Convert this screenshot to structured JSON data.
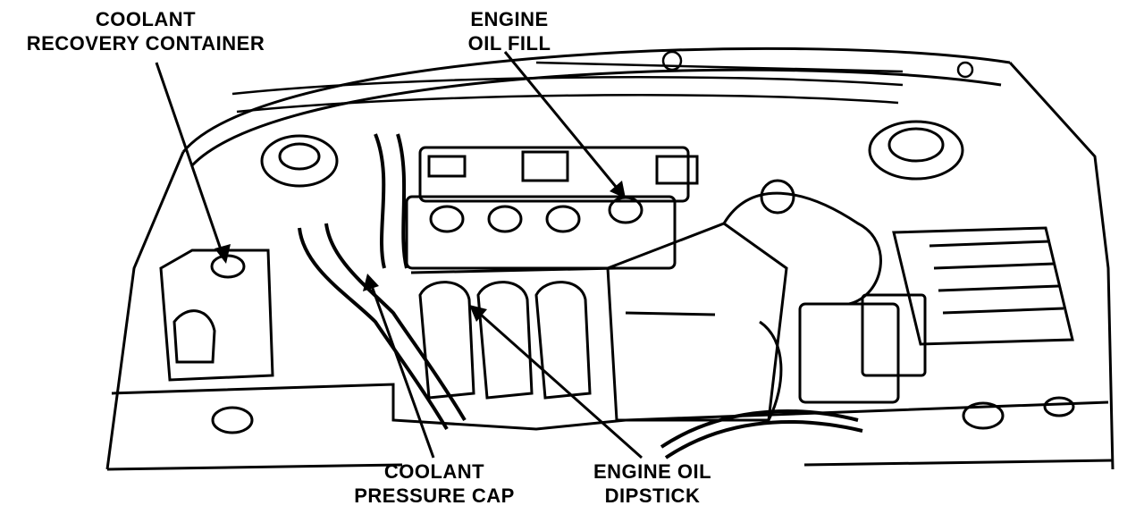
{
  "labels": {
    "coolant_recovery_container": [
      "COOLANT",
      "RECOVERY CONTAINER"
    ],
    "engine_oil_fill": [
      "ENGINE",
      "OIL FILL"
    ],
    "coolant_pressure_cap": [
      "COOLANT",
      "PRESSURE CAP"
    ],
    "engine_oil_dipstick": [
      "ENGINE OIL",
      "DIPSTICK"
    ]
  },
  "colors": {
    "ink": "#000000",
    "paper": "#ffffff"
  }
}
